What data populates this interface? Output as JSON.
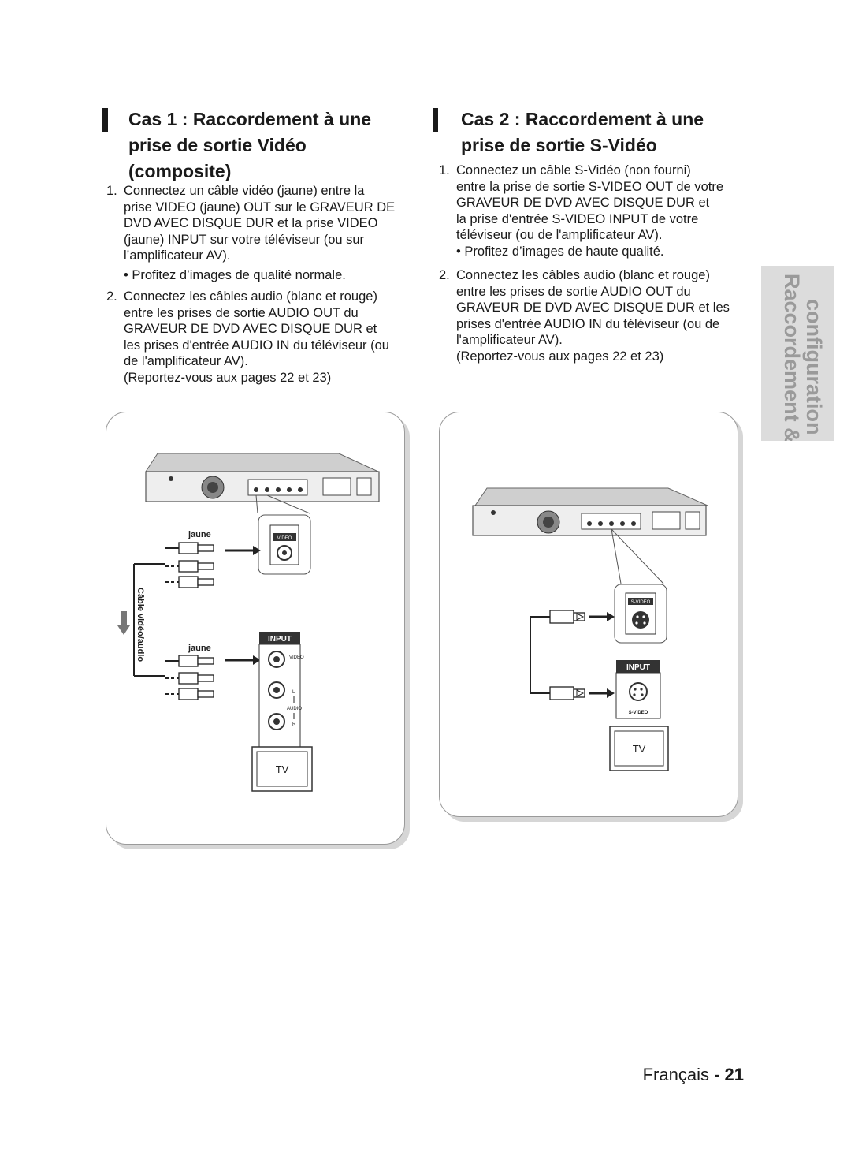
{
  "case1": {
    "heading_lines": [
      "Cas 1 : Raccordement à une",
      "prise de sortie Vidéo",
      "composite)"
    ],
    "step1": {
      "num": "1.",
      "lines": [
        "Connectez un câble vidéo (jaune) entre la",
        "prise VIDEO (jaune) OUT sur le GRAVEUR DE",
        "DVD AVEC DISQUE DUR et la prise VIDEO",
        "(jaune) INPUT sur votre téléviseur (ou sur",
        "l’amplificateur AV)."
      ],
      "bullet": "• Profitez d’images de qualité normale."
    },
    "step2": {
      "num": "2.",
      "lines": [
        "Connectez les câbles audio (blanc et rouge)",
        "entre les prises de sortie AUDIO OUT du",
        "GRAVEUR DE DVD AVEC DISQUE DUR et",
        "les prises d'entrée AUDIO IN du téléviseur (ou",
        "de l'amplificateur AV)."
      ],
      "ref": "(Reportez-vous aux pages 22 et 23)"
    },
    "diagram": {
      "label_jaune_top": "jaune",
      "label_jaune_bottom": "jaune",
      "cable_label": "Câble vidéo/audio",
      "device_jack_label": "VIDEO",
      "input_badge": "INPUT",
      "input_video": "VIDEO",
      "input_l": "L",
      "input_audio": "AUDIO",
      "input_r": "R",
      "tv": "TV"
    }
  },
  "case2": {
    "heading_lines": [
      "Cas 2 : Raccordement à une",
      "prise de sortie S-Vidéo"
    ],
    "step1": {
      "num": "1.",
      "lines": [
        "Connectez un câble S-Vidéo (non fourni)",
        "entre la prise de sortie S-VIDEO OUT de votre",
        "GRAVEUR DE DVD AVEC DISQUE DUR et",
        "la prise d'entrée S-VIDEO INPUT de votre",
        "téléviseur (ou de l'amplificateur AV)."
      ],
      "bullet": "• Profitez d’images de haute qualité."
    },
    "step2": {
      "num": "2.",
      "lines": [
        "Connectez les câbles audio (blanc et rouge)",
        "entre les prises de sortie AUDIO OUT du",
        "GRAVEUR DE DVD AVEC DISQUE DUR et les",
        "prises d'entrée AUDIO IN du téléviseur (ou de",
        "l'amplificateur AV)."
      ],
      "ref": "(Reportez-vous aux pages 22 et 23)"
    },
    "diagram": {
      "device_jack_label": "S-VIDEO",
      "input_badge": "INPUT",
      "input_svideo": "S-VIDEO",
      "tv": "TV"
    }
  },
  "side_tab": {
    "line1": "Raccordement &",
    "line2": "configuration"
  },
  "footer": {
    "language": "Français",
    "separator": " - ",
    "page": "21"
  }
}
